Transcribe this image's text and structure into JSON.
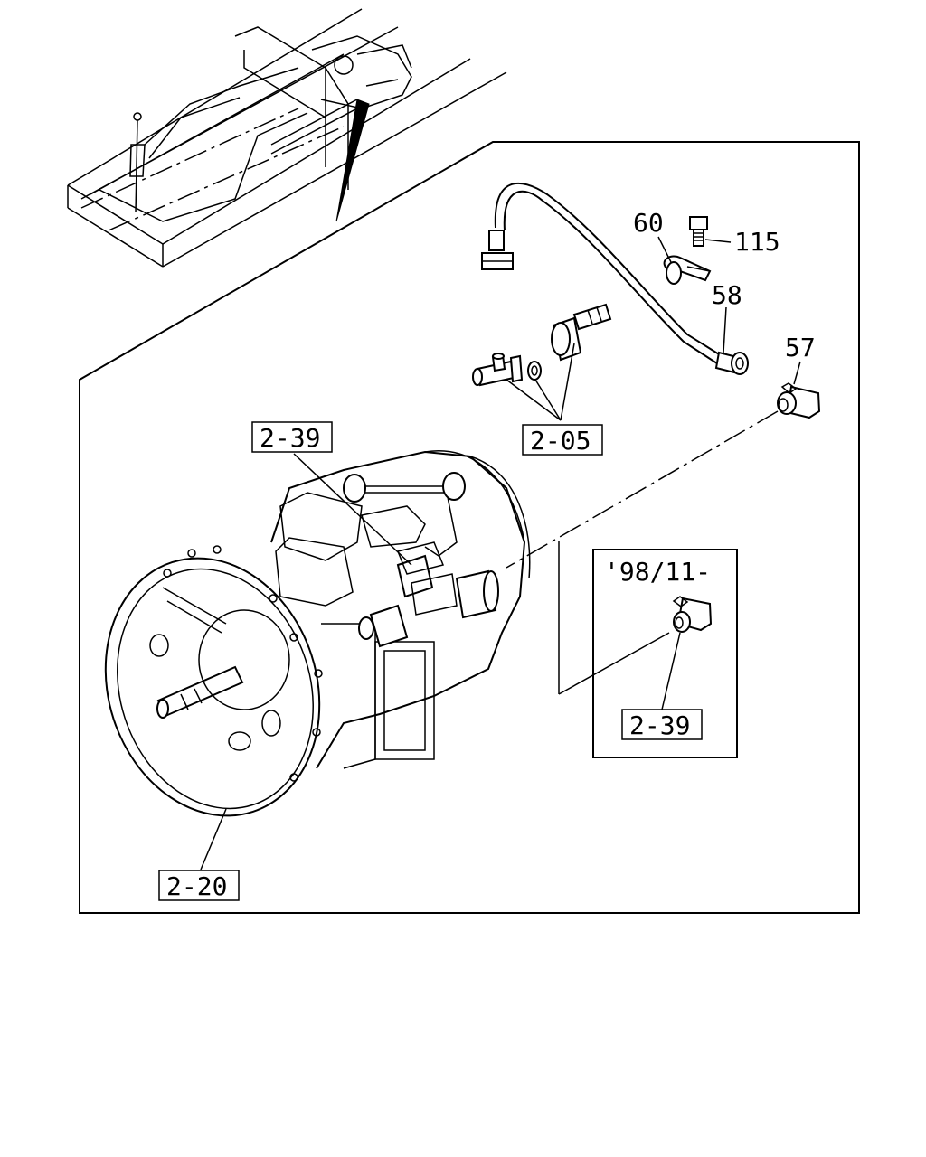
{
  "labels": {
    "part_60": "60",
    "part_115": "115",
    "part_58": "58",
    "part_57": "57",
    "ref_2_05": "2-05",
    "ref_2_39_top": "2-39",
    "ref_2_39_inset": "2-39",
    "ref_2_20": "2-20",
    "inset_date": "'98/11-"
  }
}
